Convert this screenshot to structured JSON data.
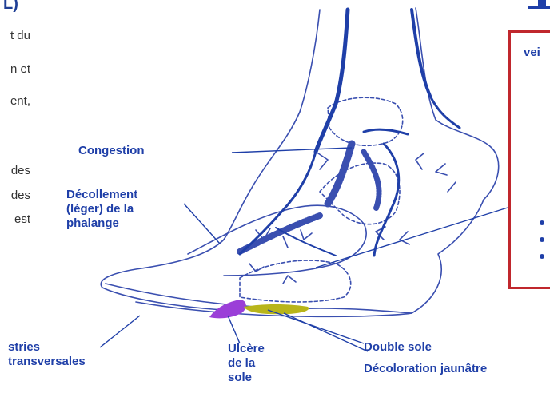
{
  "left_panel": {
    "heading": "L)",
    "lines": [
      "t du",
      "n et",
      "ent,",
      "des",
      "des",
      "est"
    ]
  },
  "labels": {
    "congestion": "Congestion",
    "decollement": [
      "Décollement",
      "(léger) de la",
      "phalange"
    ],
    "stries": [
      "stries",
      "transversales"
    ],
    "ulcere": [
      "Ulcère",
      "de la",
      "sole"
    ],
    "double_sole": "Double sole",
    "decoloration": "Décoloration jaunâtre"
  },
  "right_box": {
    "top_text": "vei"
  },
  "colors": {
    "vein": "#1f3fa8",
    "outline": "#3a4fb0",
    "ulcer": "#9b3fd8",
    "double_sole": "#b8b51a",
    "frame": "#c0272d"
  }
}
